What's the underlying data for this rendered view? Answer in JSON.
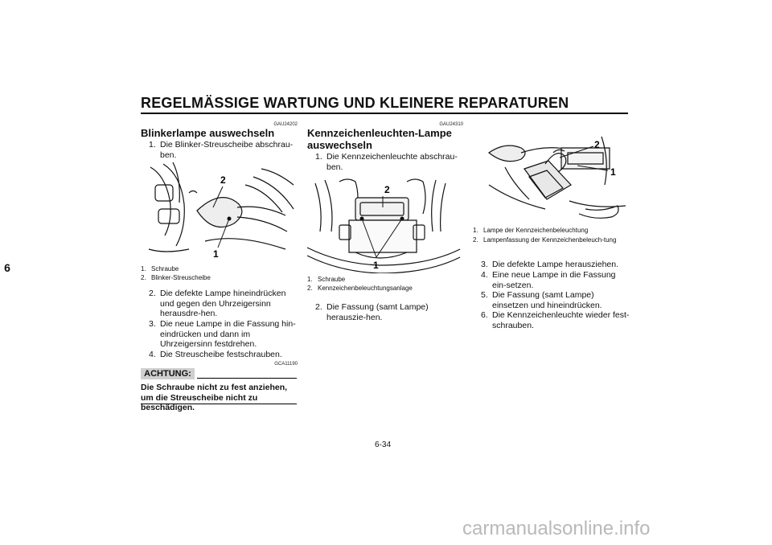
{
  "header": {
    "title": "REGELMÄSSIGE WARTUNG UND KLEINERE REPARATUREN"
  },
  "chapter_tab": "6",
  "left": {
    "code": "GAU24202",
    "title": "Blinkerlampe auswechseln",
    "steps": [
      {
        "num": "1.",
        "text": "Die Blinker-Streuscheibe abschrau-ben."
      },
      {
        "num": "2.",
        "text": "Die defekte Lampe hineindrücken und gegen den Uhrzeigersinn herausdre-hen."
      },
      {
        "num": "3.",
        "text": "Die neue Lampe in die Fassung hin-eindrücken und dann im Uhrzeigersinn festdrehen."
      },
      {
        "num": "4.",
        "text": "Die Streuscheibe festschrauben."
      }
    ],
    "figure_labels": [
      "2",
      "1"
    ],
    "captions": [
      {
        "num": "1.",
        "text": "Schraube"
      },
      {
        "num": "2.",
        "text": "Blinker-Streuscheibe"
      }
    ],
    "caution_code": "GCA11190",
    "caution_label": "ACHTUNG:",
    "caution_text": "Die Schraube nicht zu fest anziehen, um die Streuscheibe nicht zu beschädigen."
  },
  "middle": {
    "code": "GAU24310",
    "title": "Kennzeichenleuchten-Lampe auswechseln",
    "steps": [
      {
        "num": "1.",
        "text": "Die Kennzeichenleuchte abschrau-ben."
      },
      {
        "num": "2.",
        "text": "Die Fassung (samt Lampe) herauszie-hen."
      }
    ],
    "figure_labels": [
      "2",
      "1"
    ],
    "captions": [
      {
        "num": "1.",
        "text": "Schraube"
      },
      {
        "num": "2.",
        "text": "Kennzeichenbeleuchtungsanlage"
      }
    ]
  },
  "right": {
    "figure_labels": [
      "2",
      "1"
    ],
    "captions": [
      {
        "num": "1.",
        "text": "Lampe der Kennzeichenbeleuchtung"
      },
      {
        "num": "2.",
        "text": "Lampenfassung der Kennzeichenbeleuch-tung"
      }
    ],
    "steps": [
      {
        "num": "3.",
        "text": "Die defekte Lampe herausziehen."
      },
      {
        "num": "4.",
        "text": "Eine neue Lampe in die Fassung ein-setzen."
      },
      {
        "num": "5.",
        "text": "Die Fassung (samt Lampe) einsetzen und hineindrücken."
      },
      {
        "num": "6.",
        "text": "Die Kennzeichenleuchte wieder fest-schrauben."
      }
    ]
  },
  "page_number": "6-34",
  "watermark": "carmanualsonline.info"
}
